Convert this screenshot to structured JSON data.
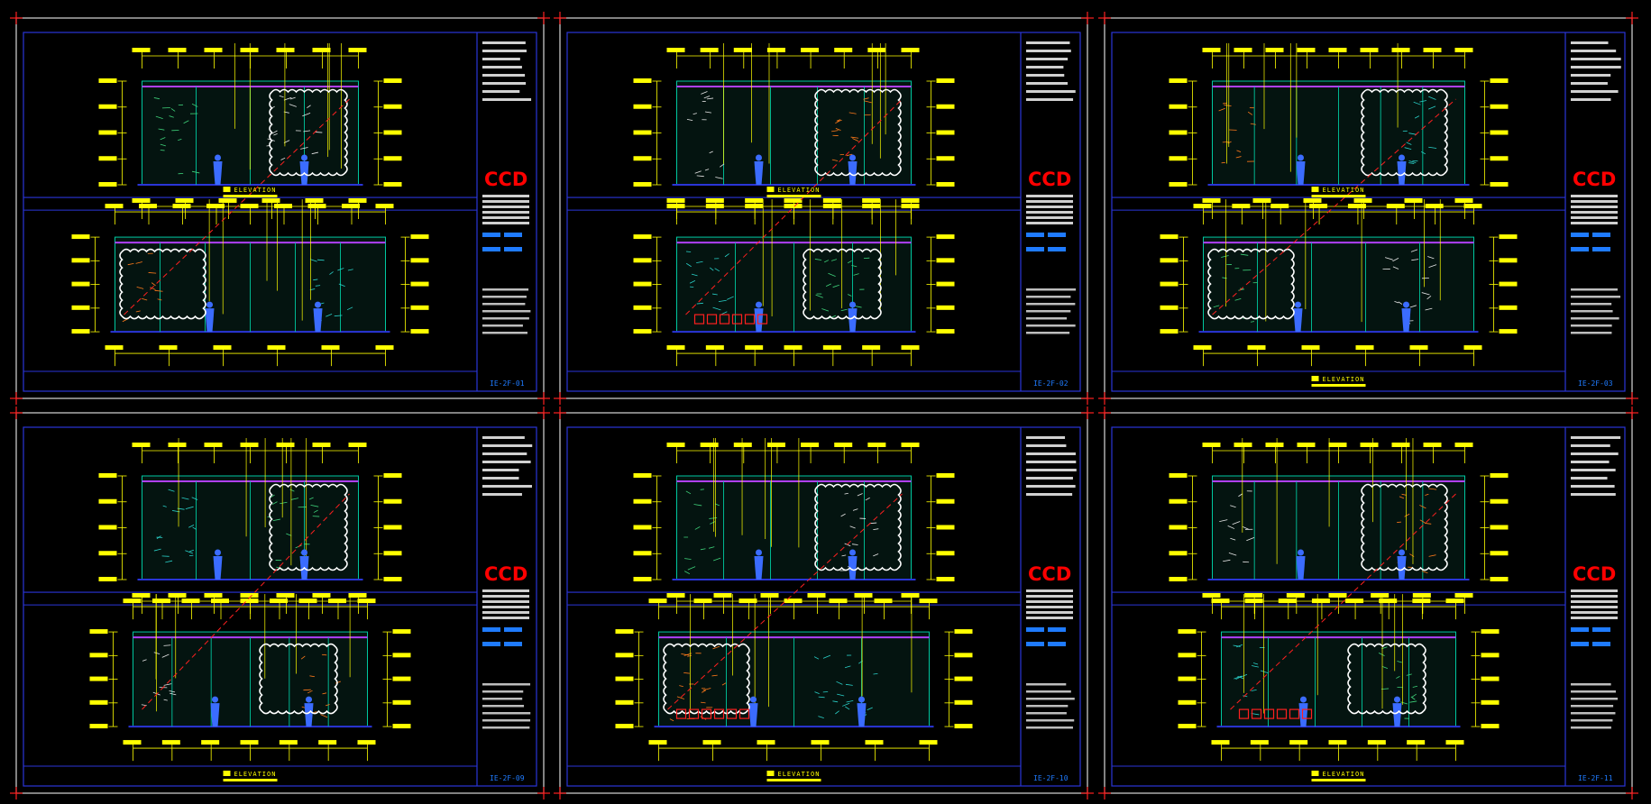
{
  "brand": {
    "logo_text": "CCD",
    "logo_color": "#ff1a1a"
  },
  "colors": {
    "background": "#000000",
    "sheet_border": "#d8d8d8",
    "frame_blue": "#2a35d8",
    "cut_line": "#ff2020",
    "dimension": "#ffff00",
    "wall_green": "#00c8a0",
    "rail_magenta": "#b040ff",
    "figure": "#3b6cff",
    "furniture": "#ff2020",
    "tag_blue": "#1f7bff",
    "cloud": "#ffffff"
  },
  "sheets": [
    {
      "id": "IE-2F-01",
      "view_labels": [
        "ELEVATION",
        ""
      ]
    },
    {
      "id": "IE-2F-02",
      "view_labels": [
        "ELEVATION",
        ""
      ]
    },
    {
      "id": "IE-2F-03",
      "view_labels": [
        "ELEVATION",
        "ELEVATION"
      ]
    },
    {
      "id": "IE-2F-09",
      "view_labels": [
        "",
        "ELEVATION"
      ]
    },
    {
      "id": "IE-2F-10",
      "view_labels": [
        "",
        "ELEVATION"
      ]
    },
    {
      "id": "IE-2F-11",
      "view_labels": [
        "",
        "ELEVATION"
      ]
    }
  ]
}
